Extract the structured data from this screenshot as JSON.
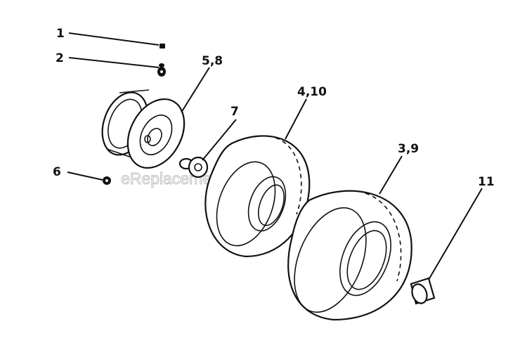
{
  "callouts": {
    "c1": "1",
    "c2": "2",
    "c58": "5,8",
    "c7": "7",
    "c410": "4,10",
    "c6": "6",
    "c39": "3,9",
    "c11": "11"
  },
  "watermark": "eReplacementParts.com"
}
